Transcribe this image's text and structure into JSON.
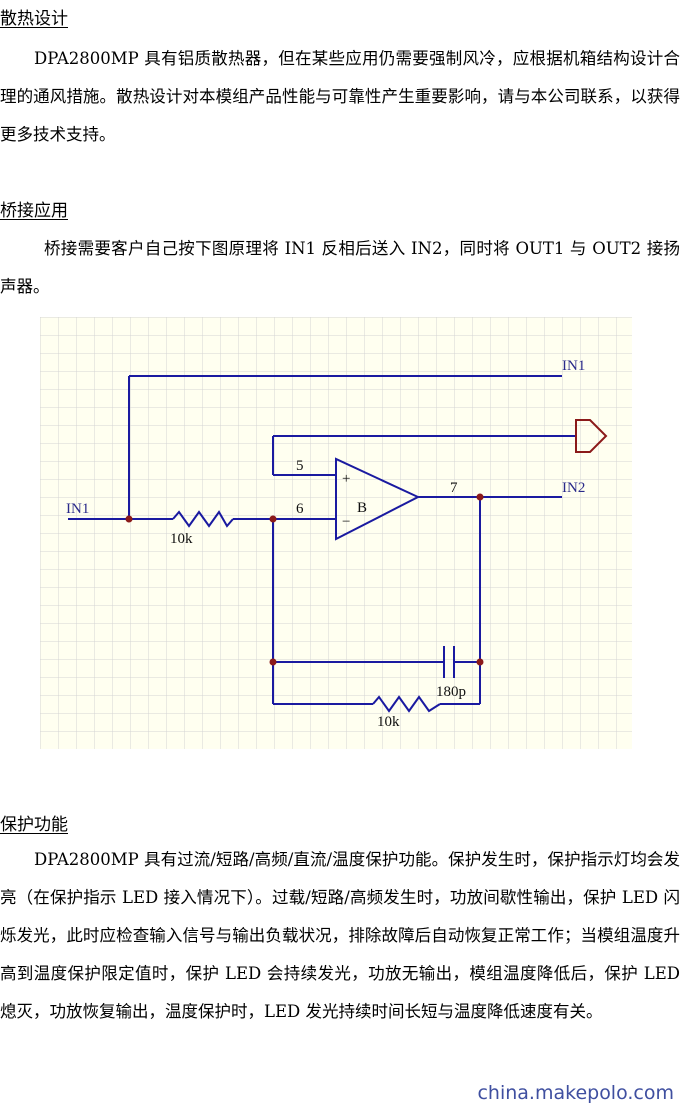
{
  "sections": {
    "cooling": {
      "heading": "散热设计",
      "paragraph": "DPA2800MP 具有铝质散热器，但在某些应用仍需要强制风冷，应根据机箱结构设计合理的通风措施。散热设计对本模组产品性能与可靠性产生重要影响，请与本公司联系，以获得更多技术支持。"
    },
    "bridge": {
      "heading": "桥接应用",
      "paragraph": "桥接需要客户自己按下图原理将 IN1 反相后送入 IN2，同时将 OUT1 与 OUT2 接扬声器。"
    },
    "protection": {
      "heading": "保护功能",
      "paragraph": "DPA2800MP 具有过流/短路/高频/直流/温度保护功能。保护发生时，保护指示灯均会发亮（在保护指示 LED 接入情况下）。过载/短路/高频发生时，功放间歇性输出，保护 LED 闪烁发光，此时应检查输入信号与输出负载状况，排除故障后自动恢复正常工作；当模组温度升高到温度保护限定值时，保护 LED 会持续发光，功放无输出，模组温度降低后，保护 LED 熄灭，功放恢复输出，温度保护时，LED 发光持续时间长短与温度降低速度有关。"
    }
  },
  "schematic": {
    "net_in1_left": "IN1",
    "net_in1_right": "IN1",
    "net_in2": "IN2",
    "resistor_input": "10k",
    "resistor_feedback": "10k",
    "capacitor_feedback": "180p",
    "opamp_name": "B",
    "opamp_plus": "+",
    "opamp_minus": "−",
    "pin_noninv": "5",
    "pin_inv": "6",
    "pin_out": "7",
    "colors": {
      "grid_background": "#fffff0",
      "grid_line": "#d4d4d4",
      "wire": "#1a1aa0",
      "junction": "#8b1a1a",
      "port": "#8b1a1a"
    }
  },
  "watermark": "china.makepolo.com"
}
